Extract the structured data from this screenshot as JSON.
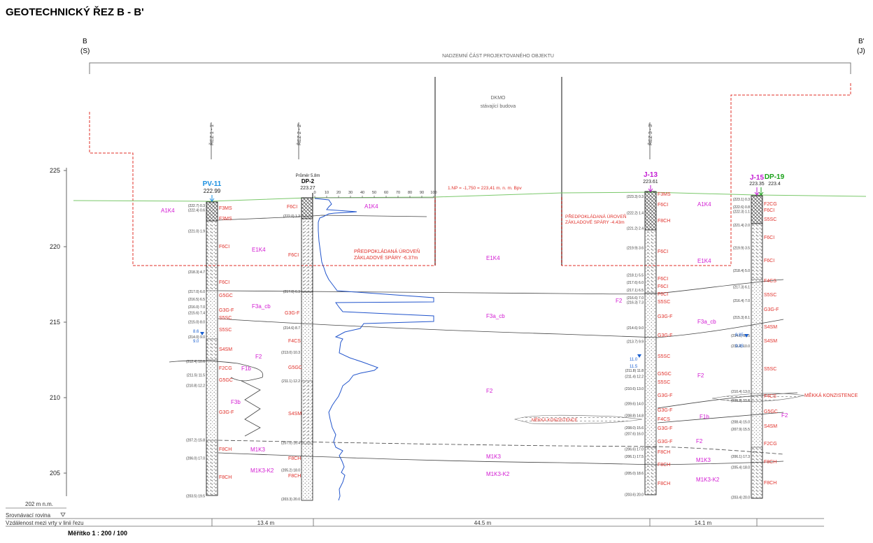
{
  "title": "GEOTECHNICKÝ ŘEZ B - B'",
  "endpoints": {
    "left": {
      "line1": "B",
      "line2": "(S)"
    },
    "right": {
      "line1": "B'",
      "line2": "(J)"
    }
  },
  "overground_label": "NADZEMNÍ ČÁST PROJEKTOVANÉHO OBJEKTU",
  "existing_building": {
    "line1": "DKMO",
    "line2": "stávající budova"
  },
  "datum": {
    "label": "202 m n.m.",
    "reference": "Srovnávací rovina",
    "distance_label": "Vzdálenost mezi vrty v linii řezu"
  },
  "scale": "Měřítko 1 : 200 / 100",
  "y_axis_ticks": [
    "225",
    "220",
    "215",
    "210",
    "205"
  ],
  "distances": [
    "13.4 m",
    "44.5 m",
    "14.1 m"
  ],
  "section_markers": [
    "ŘEZ 1 - 1'",
    "ŘEZ 2 - 2'",
    "ŘEZ 3 - 3'"
  ],
  "boreholes": [
    {
      "name": "PV-11",
      "elev": "222.99",
      "color": "#1a8fe0"
    },
    {
      "name": "DP-2",
      "elev": "223.27",
      "color": "#000000",
      "extra": "Průměr 5.8m"
    },
    {
      "name": "J-13",
      "elev": "223.61",
      "color": "#c21ad2"
    },
    {
      "name": "J-15",
      "elev": "223.35",
      "color": "#c21ad2"
    },
    {
      "name": "DP-19",
      "elev": "223.4",
      "color": "#18a018"
    }
  ],
  "dp_axis_ticks": [
    "0",
    "10",
    "20",
    "30",
    "40",
    "50",
    "60",
    "70",
    "80",
    "90",
    "100"
  ],
  "foundation_notes": {
    "np": "1.NP = -1,750 = 223,41 m. n. m. Bpv",
    "left": [
      "PŘEDPOKLÁDANÁ ÚROVEŇ",
      "ZÁKLADOVÉ SPÁRY -6.37m"
    ],
    "right": [
      "PŘEDPOKLÁDANÁ ÚROVEŇ",
      "ZÁKLADOVÉ SPÁRY -4.43m"
    ]
  },
  "soft_consistency": "MĚKKÁ KONZISTENCE",
  "layer_labels": [
    "A1K4",
    "E1K4",
    "F3a_cb",
    "F2",
    "F1b",
    "F3b",
    "M1K3",
    "M1K3-K2"
  ],
  "soil_codes": [
    "F3MS",
    "F3MS",
    "F6CI",
    "F8CH",
    "G5GC",
    "F2CG",
    "S4SM",
    "S5SC",
    "G3G-F",
    "F4CS",
    "F8CH"
  ],
  "borehole_depths": {
    "pv11": [
      "(222.7) 0.3",
      "(222.4) 0.6",
      "(221.0) 1.9",
      "(218.3) 4.7",
      "(217.0) 6.0",
      "(216.5) 6.5",
      "(216.0) 7.0",
      "(215.6) 7.4",
      "(215.0) 8.0",
      "(214.0) 9.0",
      "(212.4) 10.6",
      "(211.5) 11.5",
      "(210.8) 12.2",
      "(207.2) 15.8",
      "(206.0) 17.0",
      "(203.5) 19.5"
    ],
    "dp2": [
      "(222.0) 1.2",
      "(217.0) 6.3",
      "(214.6) 8.7",
      "(213.0) 10.3",
      "(211.1) 12.2",
      "(207.0) 16.4",
      "(205.2) 18.0",
      "(203.3) 20.0"
    ],
    "j13": [
      "(223.3) 0.3",
      "(222.2) 1.4",
      "(221.2) 2.4",
      "(219.9) 3.6",
      "(218.1) 5.5",
      "(217.6) 6.0",
      "(217.1) 6.5",
      "(216.6) 7.0",
      "(216.3) 7.3",
      "(214.6) 9.0",
      "(213.7) 9.9",
      "(211.8) 11.8",
      "(211.4) 12.2",
      "(210.6) 13.0",
      "(209.6) 14.0",
      "(208.8) 14.8",
      "(208.0) 15.6",
      "(207.6) 16.0",
      "(206.6) 17.0",
      "(206.1) 17.5",
      "(205.0) 18.6",
      "(203.6) 20.0"
    ],
    "j15": [
      "(223.1) 0.3",
      "(222.6) 0.8",
      "(222.3) 1.1",
      "(221.4) 2.0",
      "(219.9) 3.5",
      "(218.4) 5.0",
      "(217.3) 6.1",
      "(216.4) 7.0",
      "(215.3) 8.1",
      "(214.1) 9.25",
      "(213.4) 10.0",
      "(210.4) 13.0",
      "(209.8) 13.6",
      "(208.4) 15.0",
      "(207.9) 15.5",
      "(206.1) 17.3",
      "(205.4) 18.0",
      "(203.4) 20.0"
    ]
  },
  "water_levels": [
    "8.6",
    "9.0",
    "11.0",
    "11.5",
    "8.85",
    "9.35"
  ]
}
